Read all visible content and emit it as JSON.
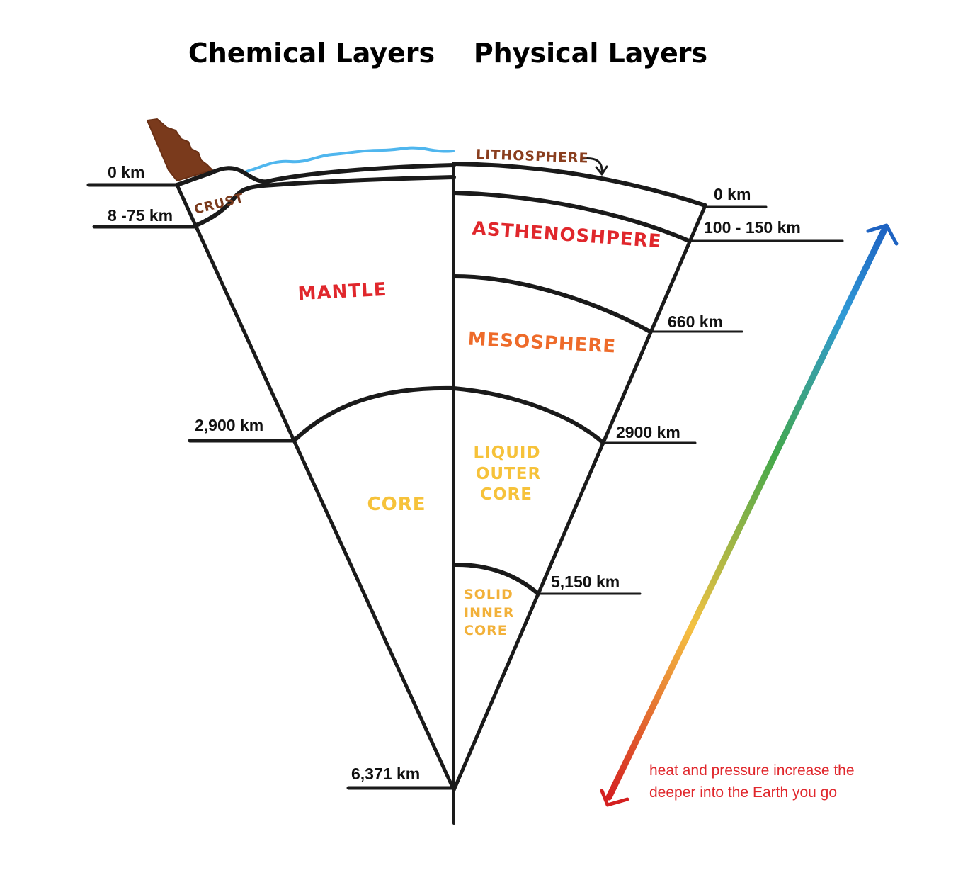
{
  "headings": {
    "chemical": "Chemical Layers",
    "physical": "Physical Layers"
  },
  "chemical_layers": {
    "crust": "CRUST",
    "mantle": "MANTLE",
    "core": "CORE"
  },
  "chemical_depths": {
    "surface": "0 km",
    "crust_base": "8 -75 km",
    "mantle_base": "2,900 km",
    "center": "6,371 km"
  },
  "physical_layers": {
    "lithosphere": "LITHOSPHERE",
    "asthenosphere": "ASTHENOSHPERE",
    "mesosphere": "MESOSPHERE",
    "outer_core": [
      "LIQUID",
      "OUTER",
      "CORE"
    ],
    "inner_core": [
      "SOLID",
      "INNER",
      "CORE"
    ]
  },
  "physical_depths": {
    "surface": "0 km",
    "lithosphere_base": "100 - 150 km",
    "mesosphere_top": "660 km",
    "outer_core_top": "2900 km",
    "inner_core_top": "5,150 km"
  },
  "note": {
    "line1": "heat and pressure increase the",
    "line2": "deeper into the Earth you go"
  },
  "colors": {
    "crust": "#7a3a1c",
    "lithosphere": "#8a3e1e",
    "asthenosphere": "#e0272c",
    "mantle": "#e0272c",
    "mesosphere": "#ee6b2a",
    "core": "#f6c23a",
    "outer_core": "#f6c23a",
    "inner_core": "#f2b13a",
    "ocean": "#4fb6ee",
    "mountain": "#7a3a1c",
    "note": "#e0272c",
    "gradient": [
      "#d42020",
      "#f5c242",
      "#44a84a",
      "#2f9ad6",
      "#1e63c2"
    ]
  }
}
